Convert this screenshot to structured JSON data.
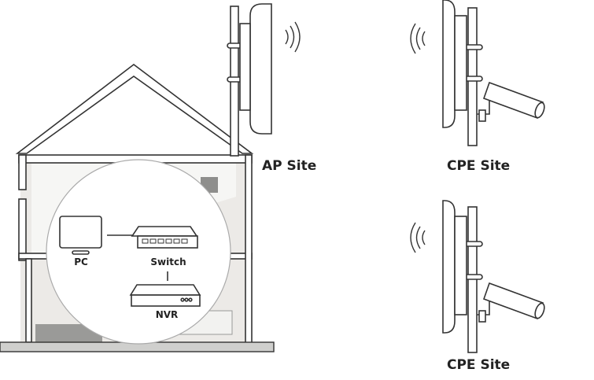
{
  "sites": {
    "ap": {
      "label": "AP Site"
    },
    "cpe_top": {
      "label": "CPE Site"
    },
    "cpe_bottom": {
      "label": "CPE Site"
    }
  },
  "devices": {
    "pc": {
      "label": "PC"
    },
    "switch": {
      "label": "Switch"
    },
    "nvr": {
      "label": "NVR"
    }
  },
  "colors": {
    "line": "#333333",
    "wall_fill": "#e6e6e4",
    "floor": "#cfcfcd",
    "furniture": "#9a9a98"
  }
}
